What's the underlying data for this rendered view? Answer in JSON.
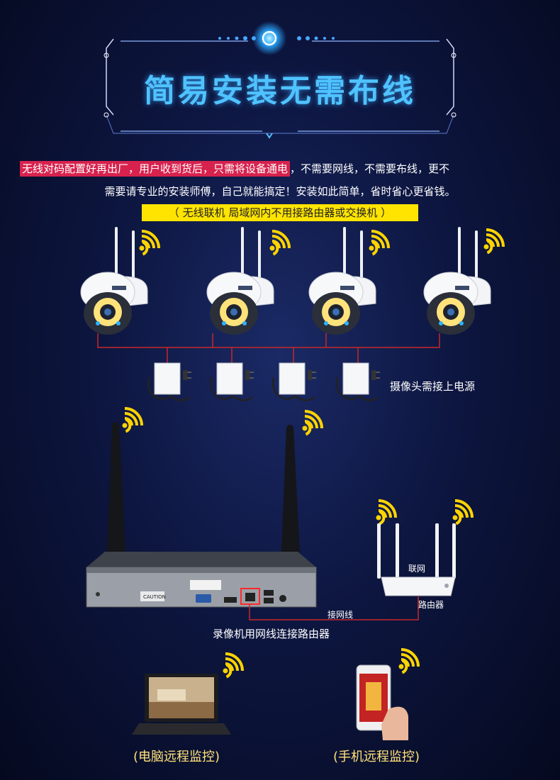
{
  "header": {
    "title": "简易安装无需布线"
  },
  "intro": {
    "highlight": "无线对码配置好再出厂，用户收到货后，只需将设备通电",
    "rest_line1": "，不需要网线，不需要布线，更不",
    "line2": "需要请专业的安装师傅，自己就能搞定！安装如此简单，省时省心更省钱。",
    "note": "（ 无线联机  局域网内不用接路由器或交换机 ）"
  },
  "cameras": {
    "count": 4,
    "power_label": "摄像头需接上电源"
  },
  "nvr": {
    "caption": "录像机用网线连接路由器",
    "cable_label": "接网线",
    "caution_label": "CAUTION"
  },
  "router": {
    "top_label": "联网",
    "side_label": "路由器"
  },
  "remote": {
    "pc_label": "(电脑远程监控)",
    "phone_label": "(手机远程监控)"
  },
  "colors": {
    "accent": "#4fc3ff",
    "highlight": "#d7224e",
    "note_bg": "#ffe400",
    "wifi": "#ffd400",
    "wire": "#c62828"
  },
  "icons": [
    "wifi-icon",
    "camera-icon",
    "power-adapter-icon",
    "nvr-icon",
    "router-icon",
    "laptop-icon",
    "phone-icon"
  ]
}
